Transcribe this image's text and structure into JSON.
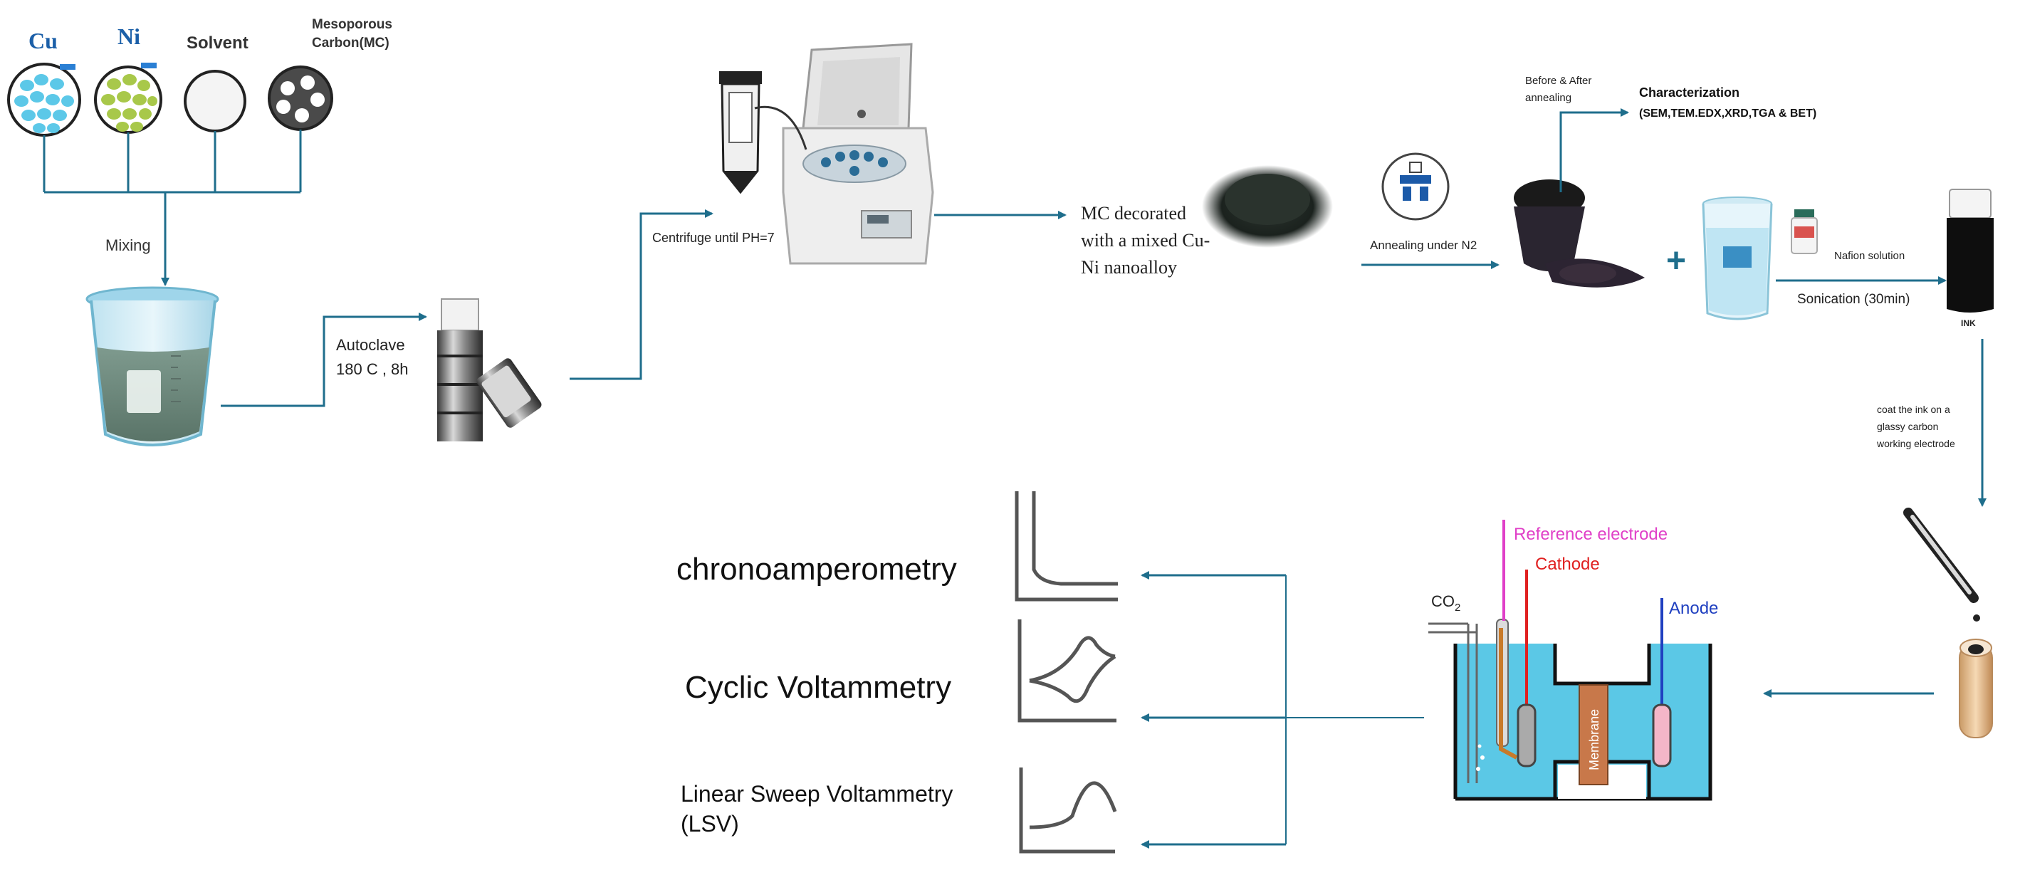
{
  "inputs": {
    "cu": "Cu",
    "ni": "Ni",
    "solvent": "Solvent",
    "mc_line1": "Mesoporous",
    "mc_line2": "Carbon(MC)"
  },
  "steps": {
    "mixing": "Mixing",
    "autoclave_line1": "Autoclave",
    "autoclave_line2": "180 C , 8h",
    "centrifuge": "Centrifuge until PH=7",
    "product_line1": "MC decorated",
    "product_line2": "with a mixed Cu-",
    "product_line3": "Ni nanoalloy",
    "annealing": "Annealing under N2",
    "before_after_line1": "Before & After",
    "before_after_line2": "annealing",
    "characterization_title": "Characterization",
    "characterization_methods": "(SEM,TEM.EDX,XRD,TGA & BET)",
    "plus": "+",
    "nafion": "Nafion solution",
    "sonication": "Sonication (30min)",
    "ink": "INK",
    "coat_line1": "coat the ink on a",
    "coat_line2": "glassy carbon",
    "coat_line3": "working electrode"
  },
  "cell": {
    "co2_base": "CO",
    "co2_sub": "2",
    "reference": "Reference electrode",
    "cathode": "Cathode",
    "anode": "Anode",
    "membrane": "Membrane"
  },
  "techniques": {
    "ca": "chronoamperometry",
    "cv": "Cyclic Voltammetry",
    "lsv_line1": "Linear Sweep Voltammetry",
    "lsv_line2": "(LSV)"
  },
  "colors": {
    "arrow": "#1f6e8c",
    "water": "#5bc8e6",
    "reference": "#e040c8",
    "cathode": "#e02020",
    "anode": "#2040c0",
    "membrane": "#c8784a",
    "cu_dots": "#5cc8e8",
    "ni_dots": "#a8c84a"
  }
}
